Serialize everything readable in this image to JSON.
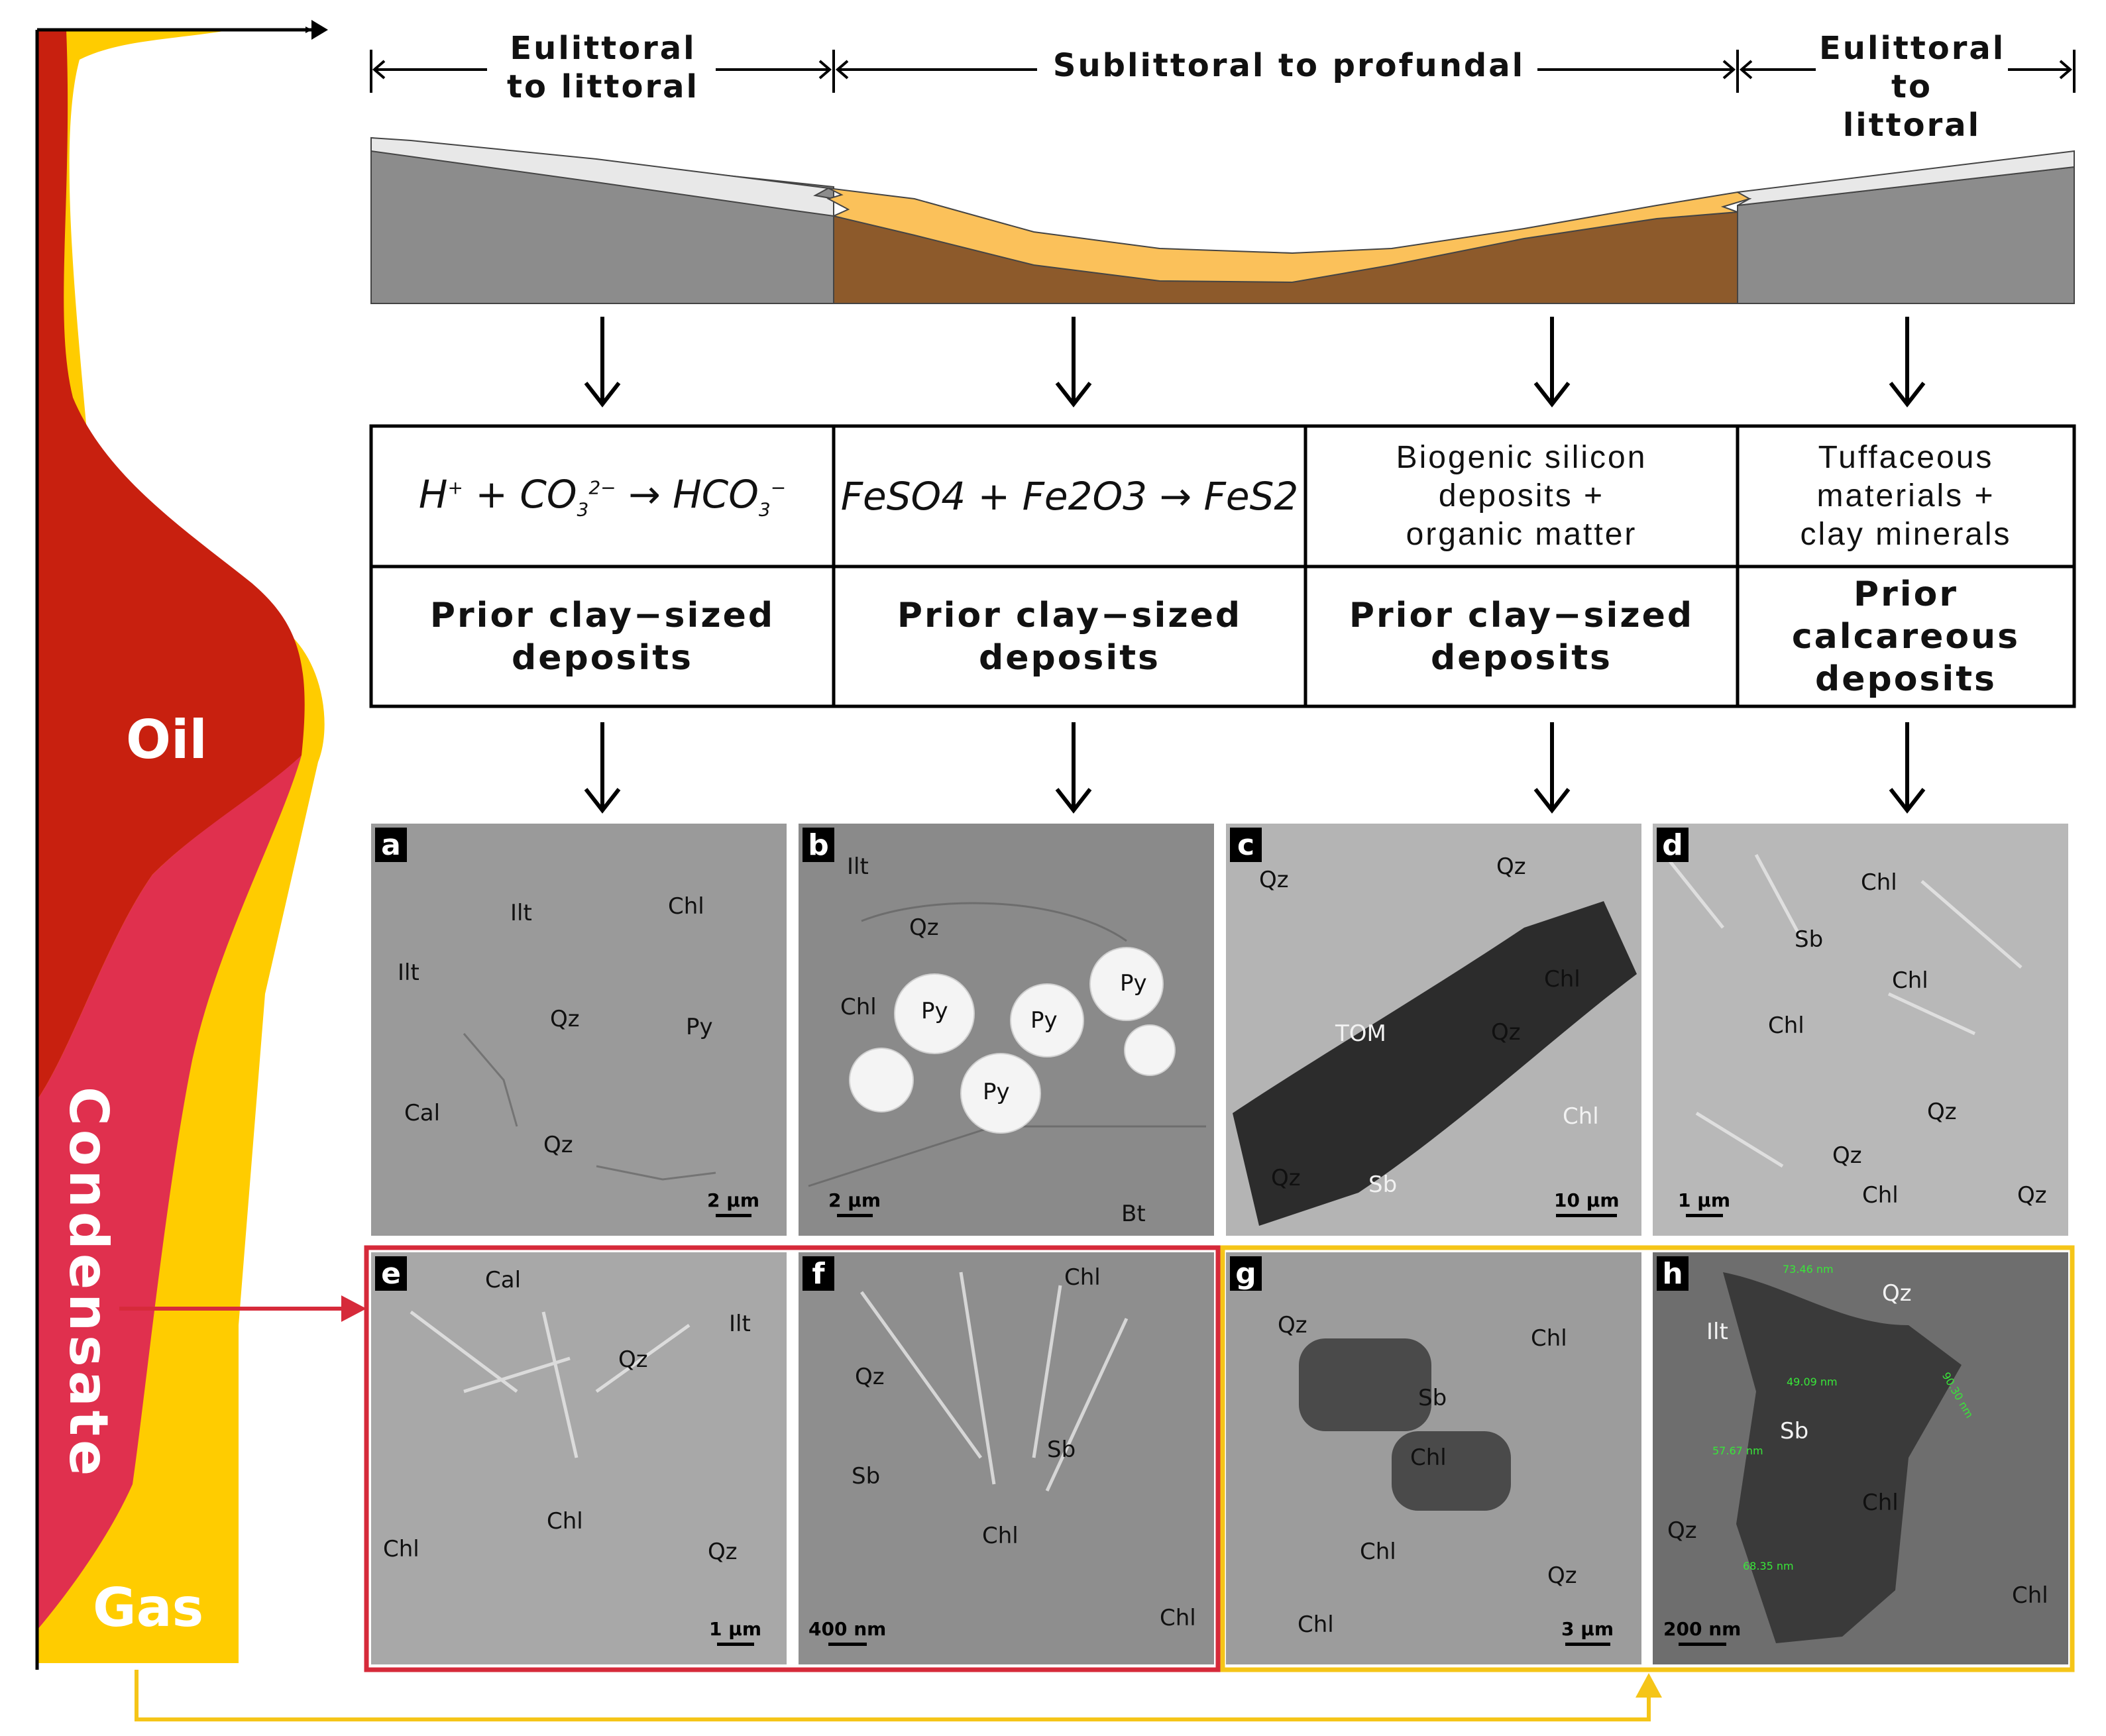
{
  "zones": {
    "left_top": "Eulittoral to littoral",
    "middle": "Sublittoral to profundal",
    "right_top": "Eulittoral to littoral"
  },
  "hydrocarbon_phases": {
    "oil": "Oil",
    "condensate": "Condensate",
    "gas": "Gas"
  },
  "processes": [
    {
      "equation_parts": [
        "H",
        "+",
        " + CO",
        "3",
        "2−",
        " → HCO",
        "3",
        "−"
      ]
    },
    {
      "equation_text": "FeSO4 + Fe2O3 → FeS2"
    },
    {
      "lines": [
        "Biogenic silicon",
        "deposits +",
        "organic matter"
      ]
    },
    {
      "lines": [
        "Tuffaceous",
        "materials +",
        "clay minerals"
      ]
    }
  ],
  "deposits": [
    {
      "lines": [
        "Prior clay−sized",
        "deposits"
      ]
    },
    {
      "lines": [
        "Prior clay−sized",
        "deposits"
      ]
    },
    {
      "lines": [
        "Prior clay−sized",
        "deposits"
      ]
    },
    {
      "lines": [
        "Prior calcareous",
        "deposits"
      ]
    }
  ],
  "panels": {
    "a": {
      "letter": "a",
      "scale": "2 μm",
      "minerals": [
        "Ilt",
        "Ilt",
        "Chl",
        "Qz",
        "Py",
        "Cal",
        "Qz"
      ]
    },
    "b": {
      "letter": "b",
      "scale": "2 μm",
      "minerals": [
        "Ilt",
        "Qz",
        "Chl",
        "Py",
        "Py",
        "Py",
        "Py",
        "Bt"
      ]
    },
    "c": {
      "letter": "c",
      "scale": "10 μm",
      "minerals": [
        "Qz",
        "Qz",
        "Chl",
        "TOM",
        "Qz",
        "Chl",
        "Qz",
        "Sb"
      ]
    },
    "d": {
      "letter": "d",
      "scale": "1 μm",
      "minerals": [
        "Chl",
        "Sb",
        "Chl",
        "Chl",
        "Qz",
        "Qz",
        "Chl",
        "Qz"
      ]
    },
    "e": {
      "letter": "e",
      "scale": "1 μm",
      "minerals": [
        "Cal",
        "Ilt",
        "Qz",
        "Chl",
        "Chl",
        "Qz"
      ]
    },
    "f": {
      "letter": "f",
      "scale": "400 nm",
      "minerals": [
        "Chl",
        "Qz",
        "Sb",
        "Sb",
        "Chl",
        "Chl"
      ]
    },
    "g": {
      "letter": "g",
      "scale": "3 μm",
      "minerals": [
        "Qz",
        "Chl",
        "Sb",
        "Chl",
        "Chl",
        "Qz",
        "Chl"
      ]
    },
    "h": {
      "letter": "h",
      "scale": "200 nm",
      "minerals": [
        "Qz",
        "Ilt",
        "Sb",
        "Chl",
        "Qz",
        "Chl"
      ],
      "measurements": [
        "73.46 nm",
        "49.09 nm",
        "57.67 nm",
        "90.30 nm",
        "68.35 nm"
      ]
    }
  },
  "colors": {
    "oil_red": "#c8200f",
    "condensate_pink": "#e0304e",
    "gas_yellow": "#ffcc00",
    "gray_sediment": "#8c8c8c",
    "brown_sediment": "#8d5a2b",
    "orange_layer": "#fbc15a",
    "red_frame": "#d62a3a",
    "yellow_frame": "#f5c518"
  }
}
